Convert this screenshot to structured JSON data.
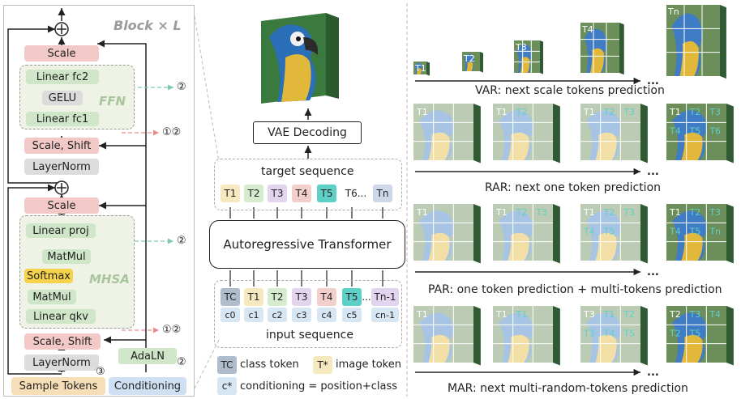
{
  "block": {
    "title": "Block × L",
    "ffn_label": "FFN",
    "mhsa_label": "MHSA",
    "scale_top": "Scale",
    "linear_fc2": "Linear fc2",
    "gelu": "GELU",
    "linear_fc1": "Linear fc1",
    "scale_shift_top": "Scale, Shift",
    "layernorm_top": "LayerNorm",
    "scale_mid": "Scale",
    "linear_proj": "Linear proj",
    "matmul_top": "MatMul",
    "softmax": "Softmax",
    "matmul_bottom": "MatMul",
    "linear_qkv": "Linear qkv",
    "scale_shift_bottom": "Scale, Shift",
    "layernorm_bottom": "LayerNorm",
    "adaln": "AdaLN",
    "sample_tokens": "Sample Tokens",
    "conditioning": "Conditioning",
    "marker_2": "②",
    "marker_12": "①②",
    "marker_3": "③"
  },
  "center": {
    "vae_decoding": "VAE Decoding",
    "target_sequence": "target sequence",
    "target_tokens": [
      "T1",
      "T2",
      "T3",
      "T4",
      "T5",
      "T6...",
      "Tn"
    ],
    "transformer": "Autoregressive Transformer",
    "input_tokens": [
      "TC",
      "T1",
      "T2",
      "T3",
      "T4",
      "T5",
      "...",
      "Tn-1"
    ],
    "input_conds": [
      "c0",
      "c1",
      "c2",
      "c3",
      "c4",
      "c5",
      "cn-1"
    ],
    "input_sequence": "input sequence",
    "legend": {
      "tc_tag": "TC",
      "tc_text": "class token",
      "t_tag": "T*",
      "t_text": "image token",
      "c_tag": "c*",
      "c_text": "conditioning = position+class"
    }
  },
  "right": {
    "var_caption": "VAR: next scale tokens prediction",
    "rar_caption": "RAR: next one token prediction",
    "par_caption": "PAR: one token prediction + multi-tokens prediction",
    "mar_caption": "MAR: next multi-random-tokens prediction",
    "ellipsis": "...",
    "var_labels": [
      "T1",
      "T2",
      "T3",
      "T4",
      "Tn"
    ],
    "rar_labels": [
      "T1",
      "T1",
      "T2",
      "T1",
      "T2",
      "T3",
      "T1",
      "T2",
      "T3",
      "T4",
      "T5",
      "T6"
    ],
    "par_labels": [
      "T1",
      "T1",
      "T2",
      "T3",
      "T1",
      "T2",
      "T3",
      "T4",
      "T5",
      "T1",
      "T2",
      "T3",
      "T4",
      "T5",
      "Tn"
    ],
    "mar_labels": [
      "T1",
      "T1",
      "T1",
      "T3",
      "T1",
      "T2",
      "T3",
      "T4",
      "T5",
      "T2",
      "T3",
      "T4",
      "T2",
      "T5"
    ]
  },
  "colors": {
    "pink": "#f2c9c6",
    "green": "#cfe6c8",
    "gray": "#dcdcdc",
    "yellow": "#f6d34a",
    "sand": "#f6dfb6",
    "light_blue": "#cfe0f2",
    "teal": "#5fd0c8",
    "lavender": "#e2d4ee"
  }
}
